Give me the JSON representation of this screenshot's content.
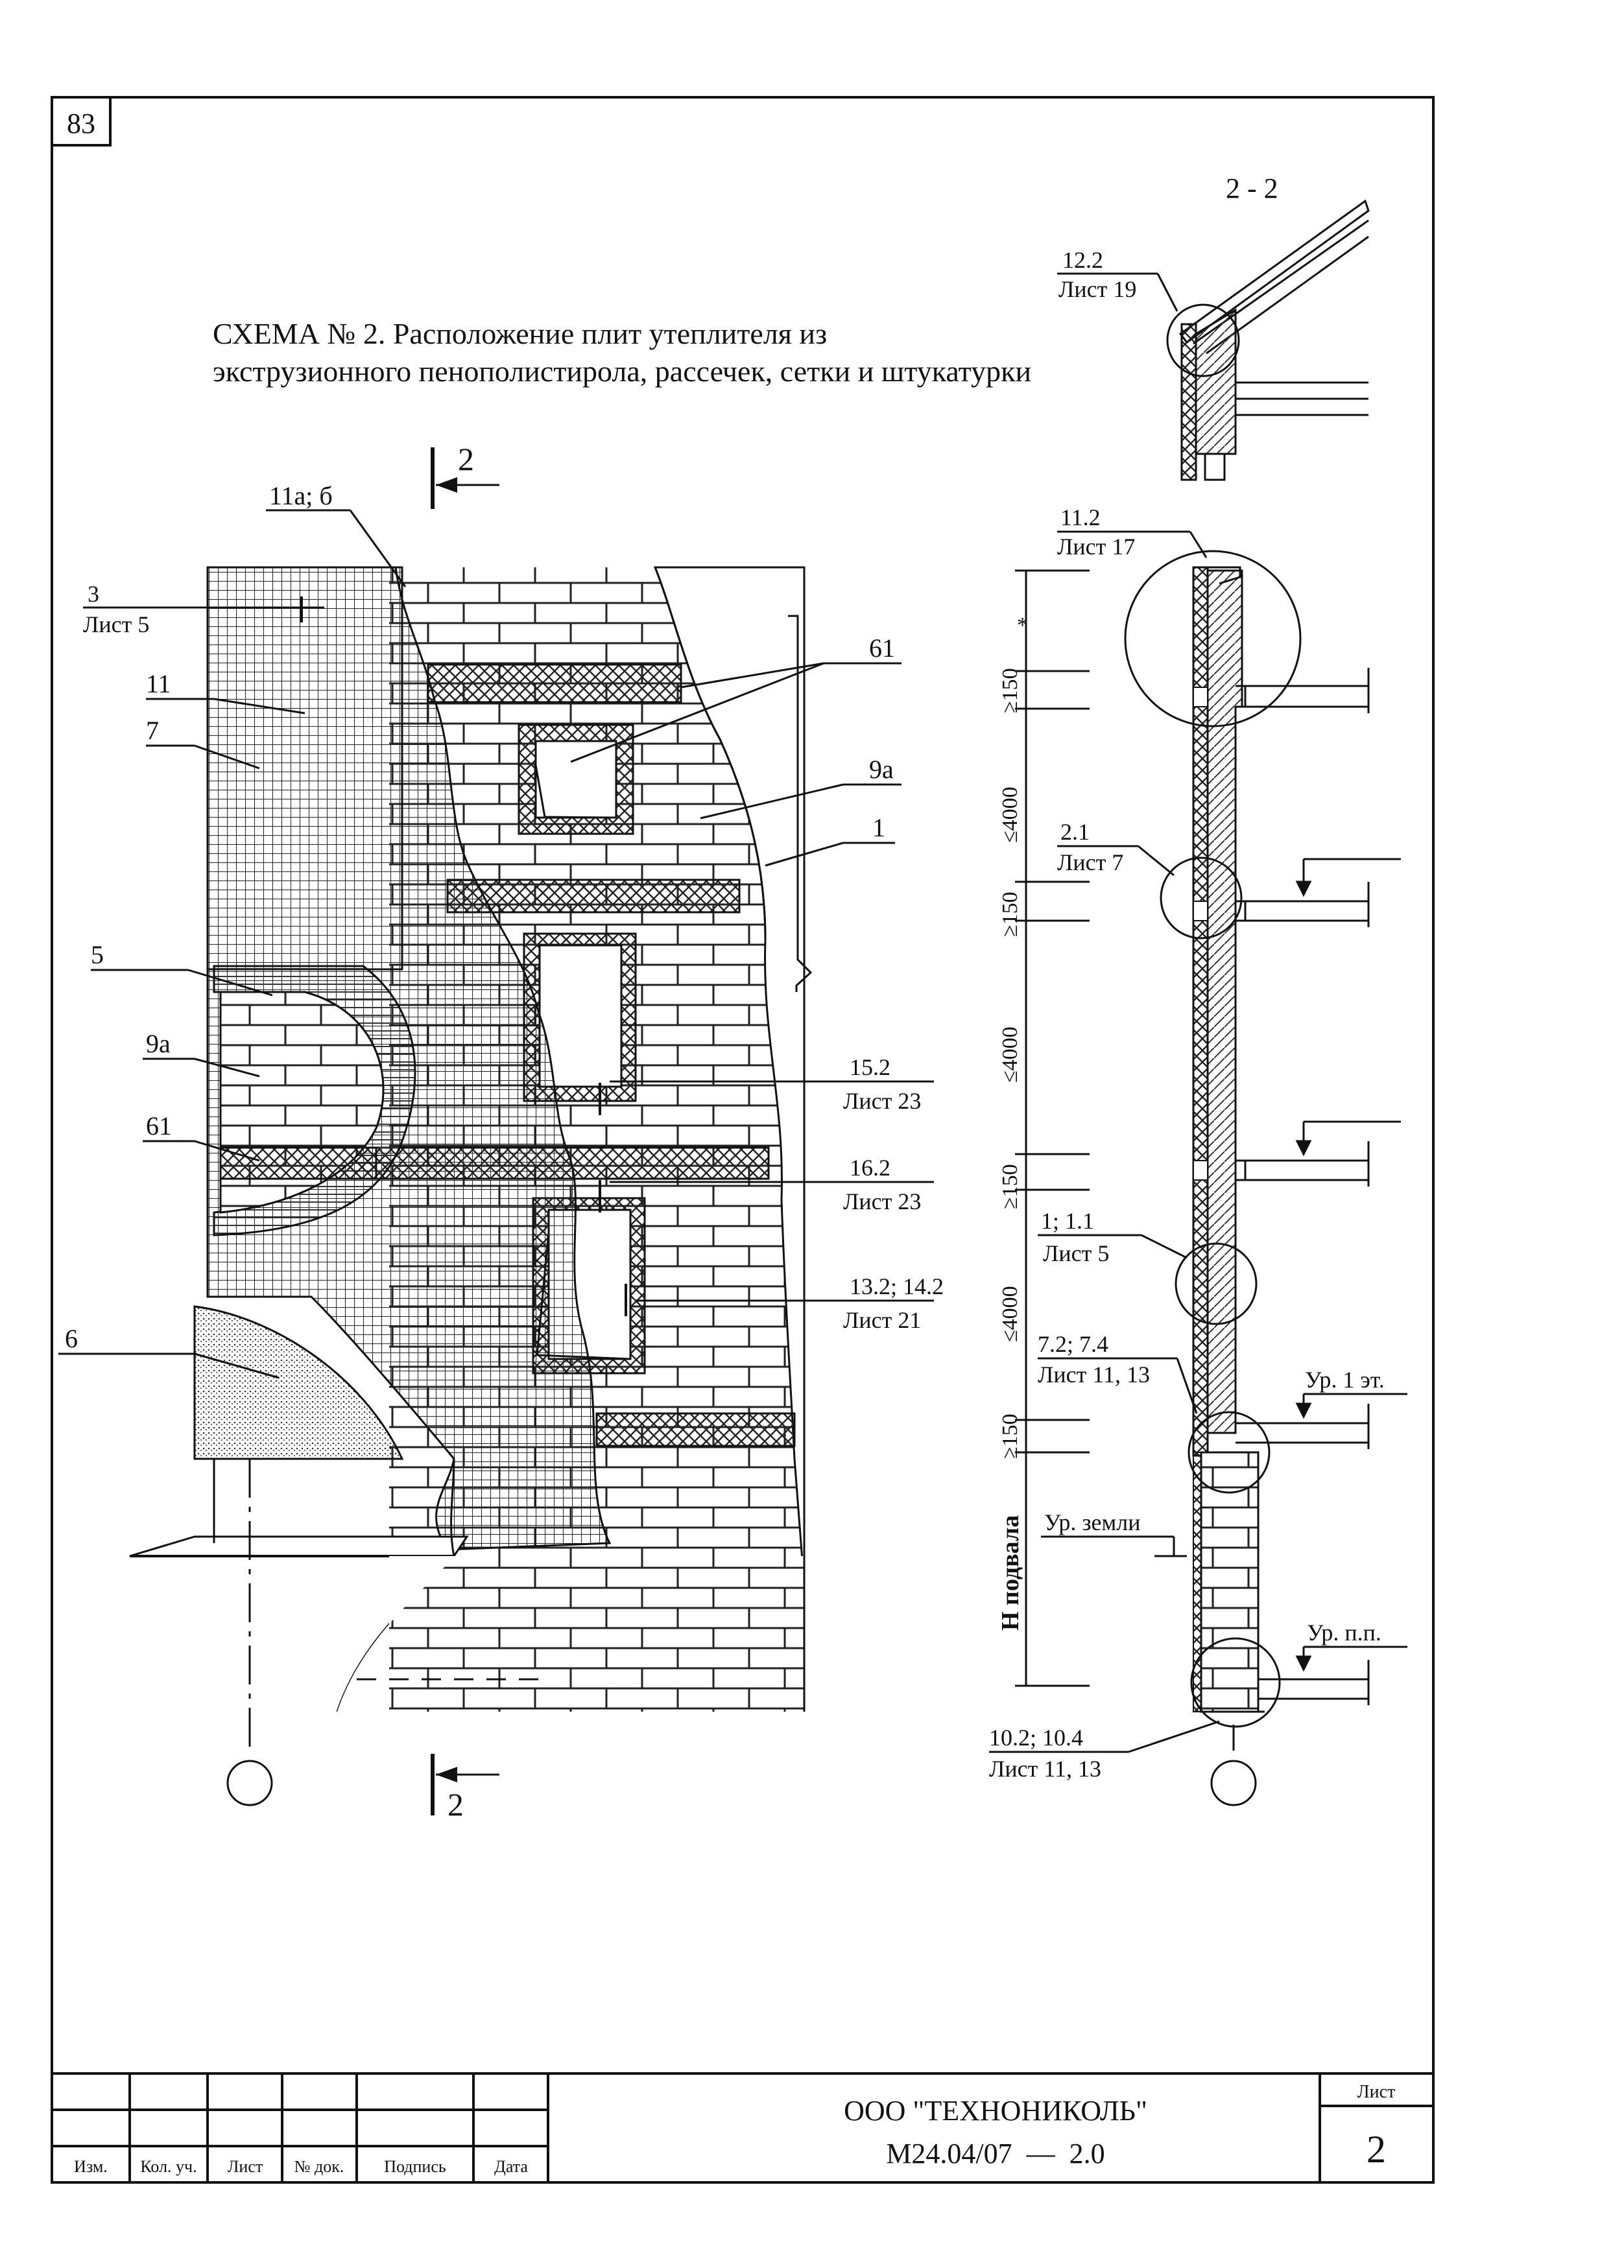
{
  "sheet_number_corner": "83",
  "title_line1": "СХЕМА № 2. Расположение плит утеплителя из",
  "title_line2": "экструзионного пенополистирола, рассечек, сетки и штукатурки",
  "section_mark": "2",
  "section_title": "2 - 2",
  "callouts": {
    "c11a": "11а; б",
    "c3": "3",
    "c3_ref": "Лист 5",
    "c11": "11",
    "c7": "7",
    "c61_top": "61",
    "c9a_top": "9а",
    "c1": "1",
    "c5": "5",
    "c9a": "9а",
    "c61": "61",
    "c6": "6",
    "c15_2": "15.2",
    "c15_2_ref": "Лист 23",
    "c16_2": "16.2",
    "c16_2_ref": "Лист 23",
    "c13_2": "13.2; 14.2",
    "c13_2_ref": "Лист 21"
  },
  "section_callouts": {
    "s12_2": "12.2",
    "s12_2_ref": "Лист 19",
    "s11_2": "11.2",
    "s11_2_ref": "Лист 17",
    "s2_1": "2.1",
    "s2_1_ref": "Лист 7",
    "s1_1": "1; 1.1",
    "s1_1_ref": "Лист 5",
    "s7_2": "7.2; 7.4",
    "s7_2_ref": "Лист 11, 13",
    "s10_2": "10.2; 10.4",
    "s10_2_ref": "Лист 11, 13"
  },
  "dimensions": {
    "star": "*",
    "d150": "≥150",
    "d4000": "≤4000",
    "h_basement": "Н подвала"
  },
  "levels": {
    "floor1": "Ур. 1 эт.",
    "ground": "Ур. земли",
    "basement_floor": "Ур. п.п."
  },
  "title_block": {
    "col_izm": "Изм.",
    "col_kol": "Кол. уч.",
    "col_list": "Лист",
    "col_doc": "№ док.",
    "col_sign": "Подпись",
    "col_date": "Дата",
    "company": "ООО \"ТЕХНОНИКОЛЬ\"",
    "doc_code": "М24.04/07  —  2.0",
    "sheet_label": "Лист",
    "sheet_value": "2"
  }
}
